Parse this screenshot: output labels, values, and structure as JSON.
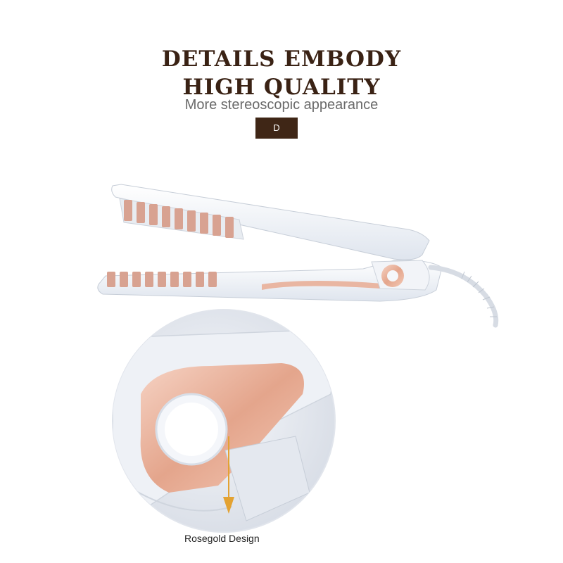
{
  "heading": {
    "line1": "DETAILS EMBODY",
    "line2": "HIGH QUALITY",
    "subtitle": "More stereoscopic appearance",
    "badge": "D"
  },
  "callout": {
    "caption": "Rosegold Design"
  },
  "colors": {
    "heading": "#3a2214",
    "badge_bg": "#3f2616",
    "rosegold": "#e7b39f",
    "body_white": "#f4f6f9",
    "pointer": "#e3a232"
  }
}
